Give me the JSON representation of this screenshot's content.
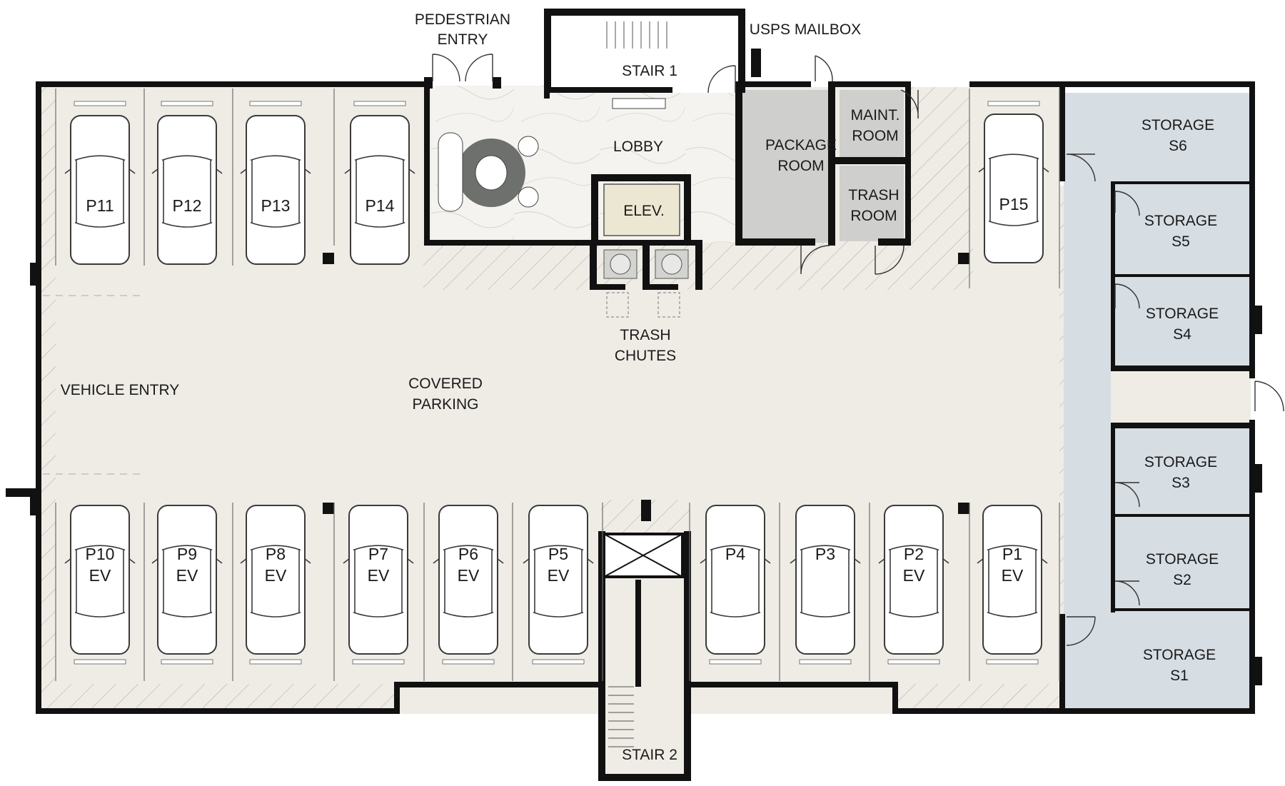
{
  "labels": {
    "pedestrian_entry": [
      "PEDESTRIAN",
      "ENTRY"
    ],
    "stair1": "STAIR 1",
    "usps_mailbox": "USPS MAILBOX",
    "lobby": "LOBBY",
    "elevator": "ELEV.",
    "package_room": [
      "PACKAGE",
      "ROOM"
    ],
    "maint_room": [
      "MAINT.",
      "ROOM"
    ],
    "trash_room": [
      "TRASH",
      "ROOM"
    ],
    "trash_chutes": [
      "TRASH",
      "CHUTES"
    ],
    "vehicle_entry": "VEHICLE ENTRY",
    "covered_parking": [
      "COVERED",
      "PARKING"
    ],
    "stair2": "STAIR 2"
  },
  "parking_top": [
    {
      "id": "P11",
      "ev": ""
    },
    {
      "id": "P12",
      "ev": ""
    },
    {
      "id": "P13",
      "ev": ""
    },
    {
      "id": "P14",
      "ev": ""
    }
  ],
  "parking_p15": {
    "id": "P15",
    "ev": ""
  },
  "parking_bottom": [
    {
      "id": "P10",
      "ev": "EV"
    },
    {
      "id": "P9",
      "ev": "EV"
    },
    {
      "id": "P8",
      "ev": "EV"
    },
    {
      "id": "P7",
      "ev": "EV"
    },
    {
      "id": "P6",
      "ev": "EV"
    },
    {
      "id": "P5",
      "ev": "EV"
    },
    {
      "id": "P4",
      "ev": ""
    },
    {
      "id": "P3",
      "ev": ""
    },
    {
      "id": "P2",
      "ev": "EV"
    },
    {
      "id": "P1",
      "ev": "EV"
    }
  ],
  "storage": [
    {
      "name": "STORAGE",
      "id": "S6"
    },
    {
      "name": "STORAGE",
      "id": "S5"
    },
    {
      "name": "STORAGE",
      "id": "S4"
    },
    {
      "name": "STORAGE",
      "id": "S3"
    },
    {
      "name": "STORAGE",
      "id": "S2"
    },
    {
      "name": "STORAGE",
      "id": "S1"
    }
  ],
  "colors": {
    "floor": "#eeece5",
    "storage_fill": "#d6dde3",
    "service_fill": "#cfcfcd",
    "lobby_fill": "#f4f2ee",
    "elevator_fill": "#ece7d2",
    "wall": "#111111"
  }
}
